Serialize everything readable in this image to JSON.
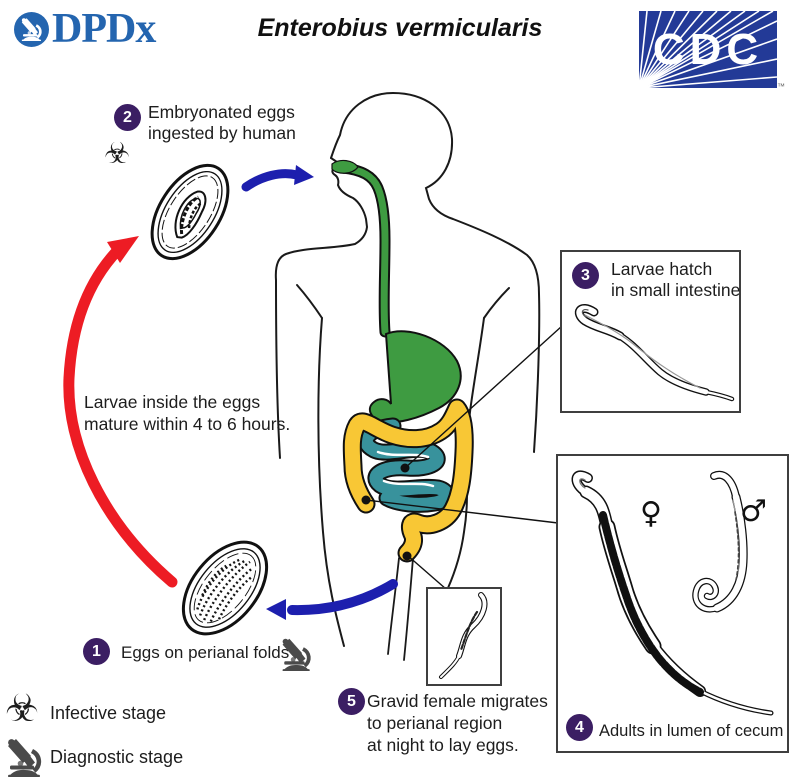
{
  "header": {
    "logo_dpdx": "DPDx",
    "title": "Enterobius vermicularis",
    "logo_cdc": "CDC",
    "cdc_trademark": "™"
  },
  "steps": [
    {
      "number": "1",
      "lines": [
        "Eggs on perianal folds"
      ]
    },
    {
      "number": "2",
      "lines": [
        "Embryonated eggs",
        "ingested by human"
      ]
    },
    {
      "number": "3",
      "lines": [
        "Larvae hatch",
        "in small intestine"
      ]
    },
    {
      "number": "4",
      "lines": [
        "Adults in lumen of cecum"
      ]
    },
    {
      "number": "5",
      "lines": [
        "Gravid female migrates",
        "to perianal region",
        "at night to lay eggs."
      ]
    }
  ],
  "annotation": {
    "lines": [
      "Larvae inside the eggs",
      "mature within 4 to 6 hours."
    ]
  },
  "legend": [
    {
      "icon": "biohazard-icon",
      "label": "Infective stage"
    },
    {
      "icon": "microscope-icon",
      "label": "Diagnostic stage"
    }
  ],
  "symbols": {
    "biohazard": "☣",
    "female": "♀",
    "male": "♂"
  },
  "colors": {
    "dpdx_blue": "#2465af",
    "cdc_blue": "#233a97",
    "step_purple": "#3b1e63",
    "arrow_blue": "#1d1fae",
    "arrow_red": "#ed1c24",
    "esophagus_green": "#3e9b41",
    "small_intestine_teal": "#38929c",
    "colon_yellow": "#f8c735"
  }
}
